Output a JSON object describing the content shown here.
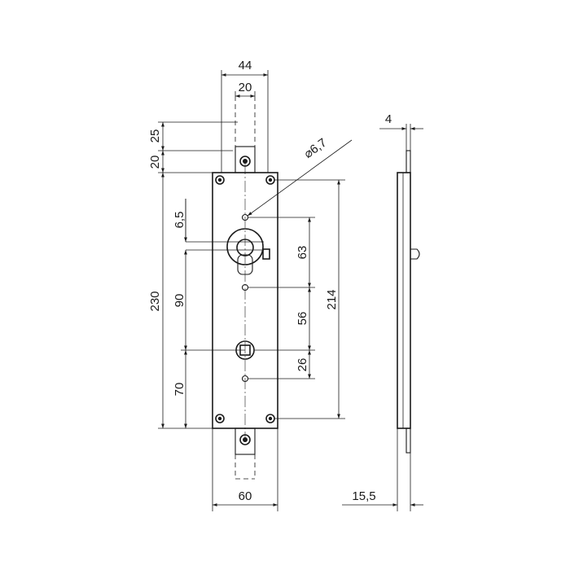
{
  "dimensions": {
    "width_top": "44",
    "bolt_width": "20",
    "bolt_extension": "25",
    "bolt_hole_offset": "20",
    "hole_diameter": "6,7",
    "diameter_symbol": "⌀",
    "hole_offset": "6,5",
    "total_height": "230",
    "distance_90": "90",
    "distance_70": "70",
    "distance_63": "63",
    "distance_56": "56",
    "distance_26": "26",
    "hole_spacing": "214",
    "body_width": "60",
    "side_thickness": "4",
    "side_depth": "15,5"
  },
  "colors": {
    "line": "#1a1a1a",
    "background": "#ffffff"
  }
}
